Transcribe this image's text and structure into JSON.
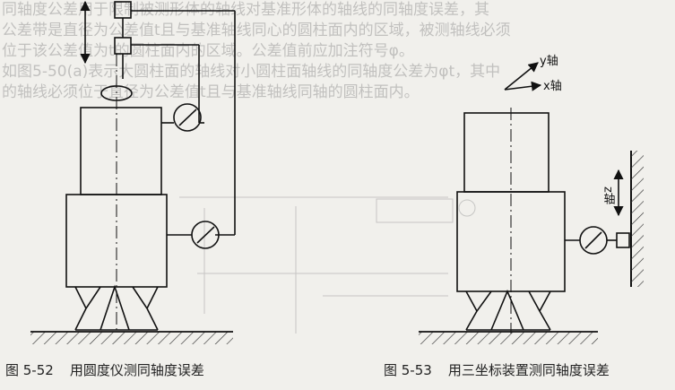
{
  "background_text": [
    "同轴度公差用于限制被测形体的轴线对基准形体的轴线的同轴度误差，其",
    "公差带是直径为公差值t且与基准轴线同心的圆柱面内的区域，被测轴线必须",
    "位于该公差值为t的圆柱面内的区域。公差值前应加注符号φ。",
    "如图5-50(a)表示大圆柱面的轴线对小圆柱面轴线的同轴度公差为φt，其中",
    "的轴线必须位于直径为公差值t且与基准轴线同轴的圆柱面内。"
  ],
  "figures": {
    "left": {
      "number": "图 5-52",
      "caption": "用圆度仪测同轴度误差"
    },
    "right": {
      "number": "图 5-53",
      "caption": "用三坐标装置测同轴度误差",
      "axis_labels": {
        "y": "y轴",
        "x": "x轴",
        "z": "z轴"
      }
    }
  }
}
